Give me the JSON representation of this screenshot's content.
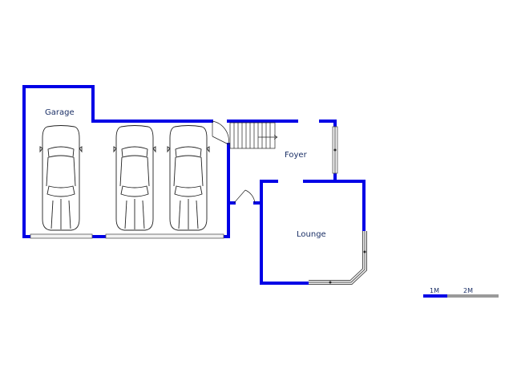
{
  "rooms": {
    "garage": "Garage",
    "foyer": "Foyer",
    "lounge": "Lounge"
  },
  "scale": {
    "one": "1M",
    "two": "2M"
  },
  "colors": {
    "wall": "#0000e6",
    "label": "#1a2f66"
  },
  "icons": [
    "car-icon",
    "stairs-icon",
    "door-swing-icon"
  ]
}
